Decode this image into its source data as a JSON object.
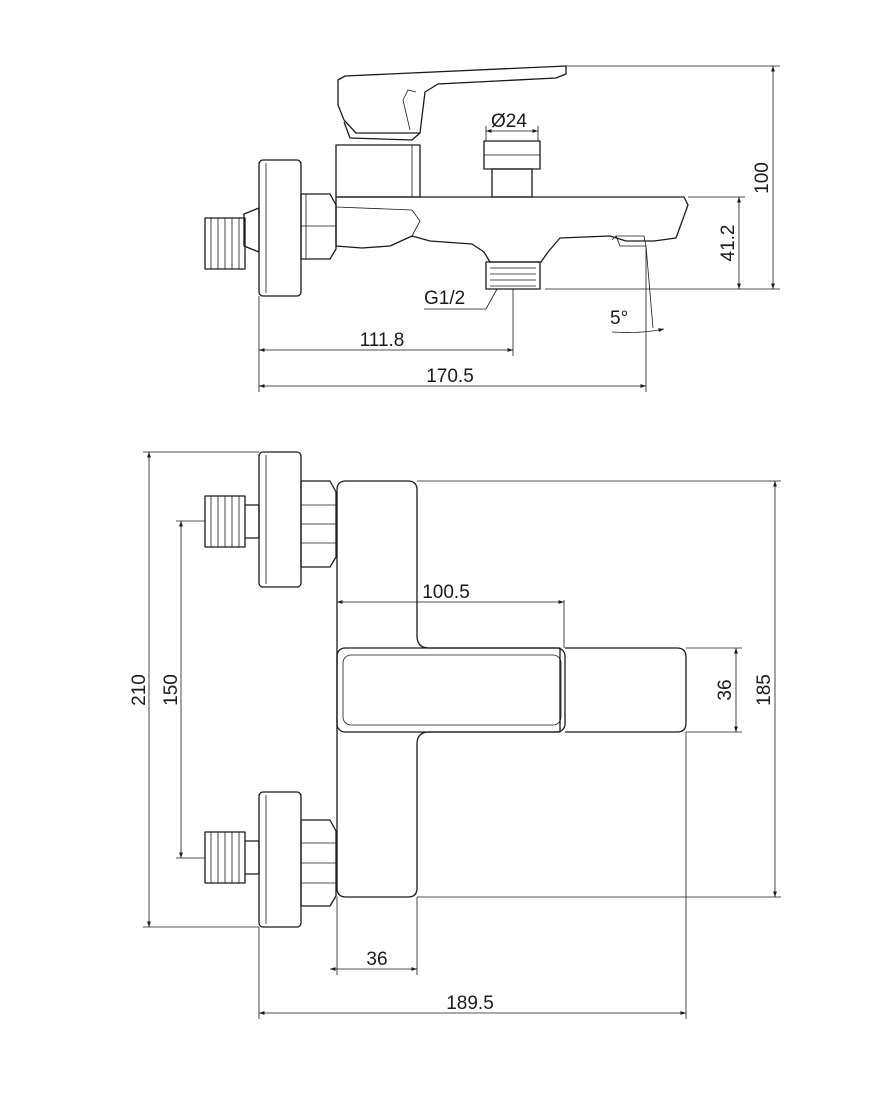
{
  "side_view": {
    "dim_diameter": "Ø24",
    "dim_height_total": "100",
    "dim_height_spout": "41.2",
    "dim_thread": "G1/2",
    "dim_angle": "5°",
    "dim_outlet_distance": "111.8",
    "dim_length_total": "170.5"
  },
  "top_view": {
    "dim_spout_length": "100.5",
    "dim_spout_width": "36",
    "dim_body_depth": "185",
    "dim_overall_height": "210",
    "dim_center_distance": "150",
    "dim_body_width": "36",
    "dim_overall_width": "189.5"
  }
}
